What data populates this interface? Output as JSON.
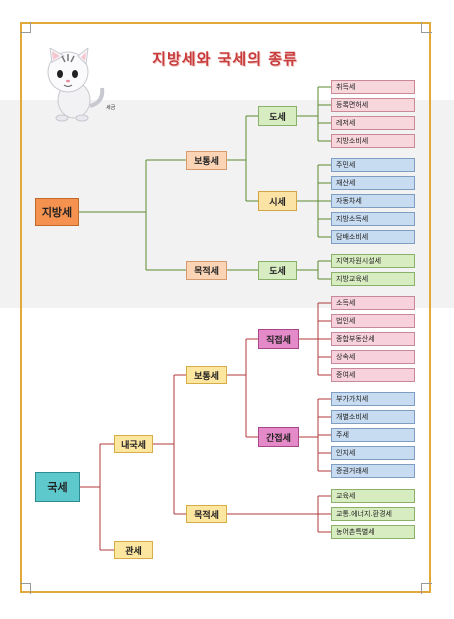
{
  "title": "지방세와 국세의 종류",
  "mascot_caption": "세금",
  "local_tax": {
    "label": "지방세",
    "ordinary": {
      "label": "보통세",
      "province": {
        "label": "도세",
        "items": [
          "취득세",
          "등록면허세",
          "레저세",
          "지방소비세"
        ]
      },
      "city": {
        "label": "시세",
        "items": [
          "주민세",
          "재산세",
          "자동차세",
          "지방소득세",
          "담배소비세"
        ]
      }
    },
    "purpose": {
      "label": "목적세",
      "province": {
        "label": "도세",
        "items": [
          "지역자원시설세",
          "지방교육세"
        ]
      }
    }
  },
  "national_tax": {
    "label": "국세",
    "internal": {
      "label": "내국세",
      "ordinary": {
        "label": "보통세",
        "direct": {
          "label": "직접세",
          "items": [
            "소득세",
            "법인세",
            "종합부동산세",
            "상속세",
            "증여세"
          ]
        },
        "indirect": {
          "label": "간접세",
          "items": [
            "부가가치세",
            "개별소비세",
            "주세",
            "인지세",
            "증권거래세"
          ]
        }
      },
      "purpose": {
        "label": "목적세",
        "items": [
          "교육세",
          "교통.에너지.환경세",
          "농어촌특별세"
        ]
      }
    },
    "customs": {
      "label": "관세"
    }
  },
  "colors": {
    "frame": "#e1a93a",
    "title": "#c73b3b",
    "connector": "#5a8a2e",
    "connector_national": "#b03a3a"
  }
}
